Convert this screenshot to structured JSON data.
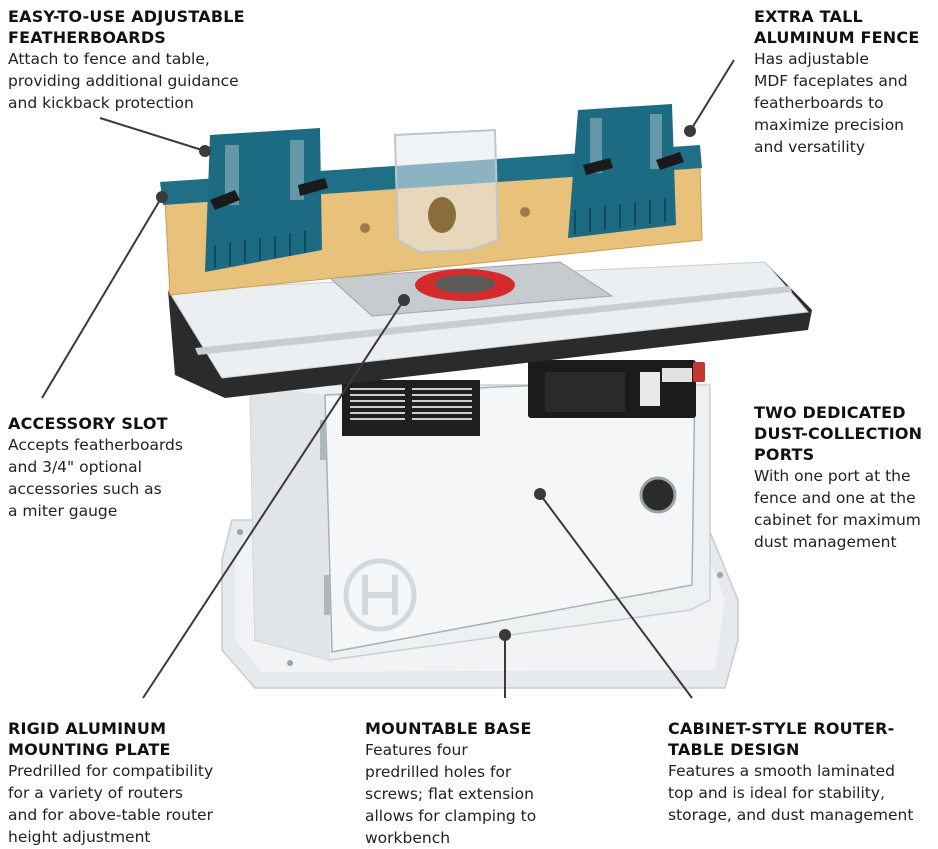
{
  "callouts": {
    "featherboards": {
      "title": [
        "EASY-TO-USE ADJUSTABLE",
        "FEATHERBOARDS"
      ],
      "body": [
        "Attach to fence and table,",
        "providing additional guidance",
        "and kickback protection"
      ]
    },
    "fence": {
      "title": [
        "EXTRA TALL",
        "ALUMINUM FENCE"
      ],
      "body": [
        "Has adjustable",
        "MDF faceplates and",
        "featherboards to",
        "maximize precision",
        "and versatility"
      ]
    },
    "accessory_slot": {
      "title": [
        "ACCESSORY SLOT"
      ],
      "body": [
        "Accepts featherboards",
        "and 3/4\" optional",
        "accessories such as",
        "a miter gauge"
      ]
    },
    "dust_ports": {
      "title": [
        "TWO DEDICATED",
        "DUST-COLLECTION",
        "PORTS"
      ],
      "body": [
        "With one port at the",
        "fence and one at the",
        "cabinet for maximum",
        "dust management"
      ]
    },
    "mounting_plate": {
      "title": [
        "RIGID ALUMINUM",
        "MOUNTING PLATE"
      ],
      "body": [
        "Predrilled for compatibility",
        "for a variety of routers",
        "and for above-table router",
        "height adjustment"
      ]
    },
    "base": {
      "title": [
        "MOUNTABLE BASE"
      ],
      "body": [
        "Features four",
        "predrilled holes for",
        "screws; flat extension",
        "allows for clamping to",
        "workbench"
      ]
    },
    "cabinet": {
      "title": [
        "CABINET-STYLE ROUTER-",
        "TABLE DESIGN"
      ],
      "body": [
        "Features a smooth laminated",
        "top and is ideal for stability,",
        "storage, and dust management"
      ]
    }
  },
  "colors": {
    "fence_blue": "#1f6f87",
    "featherboard_blue": "#1d6a83",
    "mdf_tan": "#e8c27a",
    "table_top": "#eceff1",
    "table_edge": "#2b2b2b",
    "cabinet": "#f2f4f5",
    "insert_ring": "#d62b2b",
    "leader_line": "#3a3a3a"
  },
  "icons": {
    "logo": "bosch-logo-icon"
  }
}
